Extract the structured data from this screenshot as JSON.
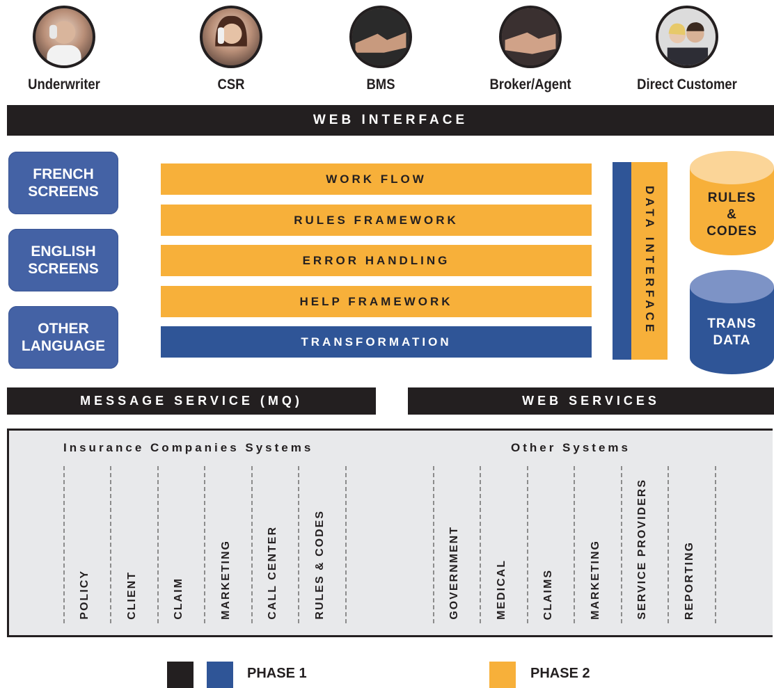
{
  "users": [
    {
      "label": "Underwriter",
      "icon": "underwriter-phone-photo"
    },
    {
      "label": "CSR",
      "icon": "csr-headset-photo"
    },
    {
      "label": "BMS",
      "icon": "handshake-photo"
    },
    {
      "label": "Broker/Agent",
      "icon": "handshake-photo"
    },
    {
      "label": "Direct Customer",
      "icon": "couple-photo"
    }
  ],
  "web_interface": "WEB INTERFACE",
  "languages": [
    "FRENCH\nSCREENS",
    "ENGLISH\nSCREENS",
    "OTHER\nLANGUAGE"
  ],
  "layers": {
    "work_flow": "WORK FLOW",
    "rules_framework": "RULES FRAMEWORK",
    "error_handling": "ERROR HANDLING",
    "help_framework": "HELP FRAMEWORK",
    "transformation": "TRANSFORMATION"
  },
  "data_interface": "DATA INTERFACE",
  "stores": {
    "rules_codes": "RULES\n&\nCODES",
    "trans_data": "TRANS\nDATA"
  },
  "message_service": "MESSAGE SERVICE (MQ)",
  "web_services": "WEB SERVICES",
  "insurance_systems": {
    "title": "Insurance Companies Systems",
    "items": [
      "POLICY",
      "CLIENT",
      "CLAIM",
      "MARKETING",
      "CALL CENTER",
      "RULES & CODES"
    ]
  },
  "other_systems": {
    "title": "Other Systems",
    "items": [
      "GOVERNMENT",
      "MEDICAL",
      "CLAIMS",
      "MARKETING",
      "SERVICE PROVIDERS",
      "REPORTING"
    ]
  },
  "legend": {
    "phase1": "PHASE 1",
    "phase2": "PHASE 2"
  },
  "colors": {
    "black": "#231f20",
    "blue": "#2f5597",
    "light_blue": "#4462a5",
    "orange": "#f7b03a",
    "panel": "#e8e9eb"
  }
}
